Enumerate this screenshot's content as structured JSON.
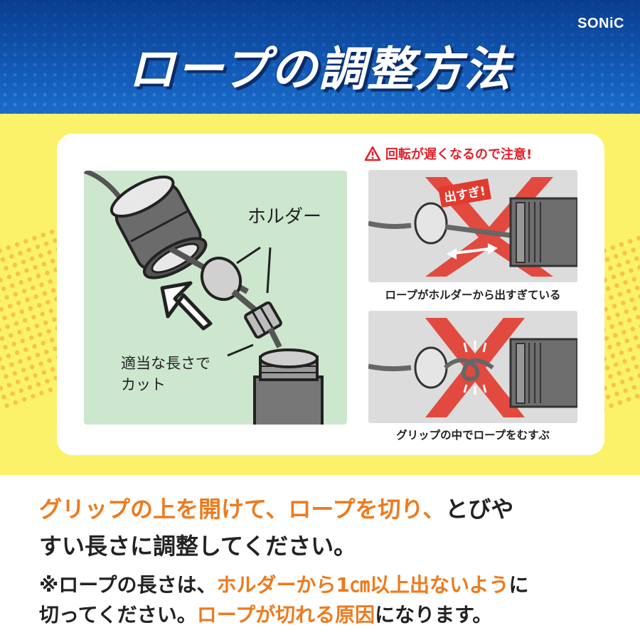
{
  "header": {
    "logo": "SONiC",
    "title": "ロープの調整方法"
  },
  "left_panel": {
    "holder_label": "ホルダー",
    "cut_label_line1": "適当な長さで",
    "cut_label_line2": "カット"
  },
  "warning": {
    "text": "回転が遅くなるので注意!"
  },
  "right_panels": [
    {
      "badge": "出すぎ!",
      "caption": "ロープがホルダーから出すぎている"
    },
    {
      "caption": "グリップの中でロープをむすぶ"
    }
  ],
  "instructions": {
    "line1_orange": "グリップの上を開けて、ロープを切り、",
    "line1_black": "とびや",
    "line2_black": "すい長さに調整してください。",
    "note1_black": "※ロープの長さは、",
    "note1_orange": "ホルダーから1㎝以上出ないよう",
    "note1_black2": "に",
    "note2_black": "切ってください。",
    "note2_orange": "ロープが切れる原因",
    "note2_black2": "になります。"
  },
  "colors": {
    "header_blue": "#1259b5",
    "band_yellow": "#fbf26a",
    "accent_orange": "#ee7a1c",
    "warning_red": "#e0202a",
    "panel_green": "#cde7cf",
    "panel_gray": "#dcdcdc"
  }
}
